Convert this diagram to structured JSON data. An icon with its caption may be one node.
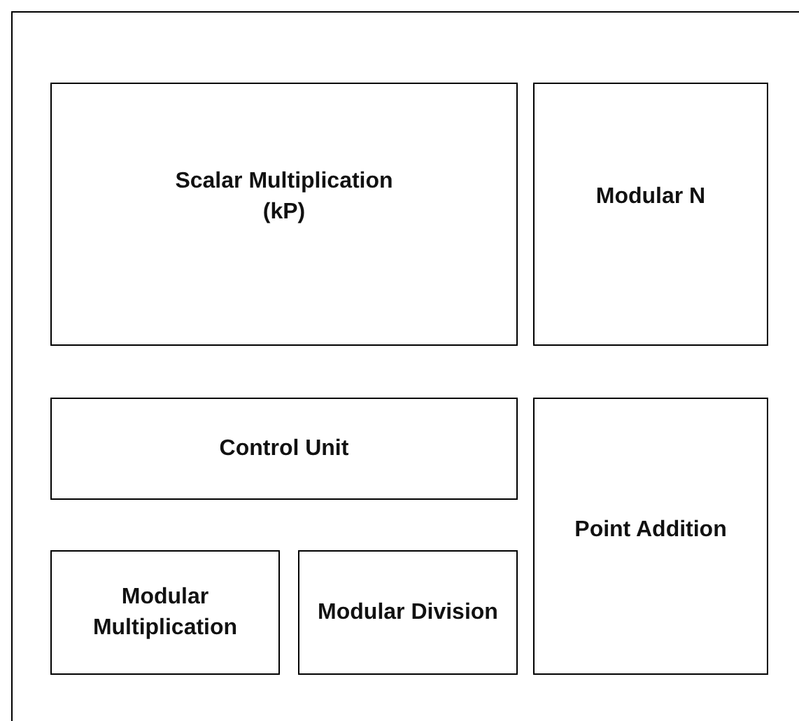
{
  "diagram": {
    "nodes": [
      {
        "text": [],
        "shape": "box"
      },
      {
        "text": [
          "Scalar Multiplication (kP)"
        ],
        "in": 0
      },
      {
        "text": [
          "Modular N"
        ],
        "in": 0
      },
      {
        "text": [
          "Control Unit"
        ],
        "in": 0
      },
      {
        "text": [
          "Point Addition"
        ],
        "in": 0
      },
      {
        "text": [
          "Modular Multiplication"
        ],
        "in": 0
      },
      {
        "text": [
          "Modular Division"
        ],
        "in": 0
      }
    ]
  }
}
